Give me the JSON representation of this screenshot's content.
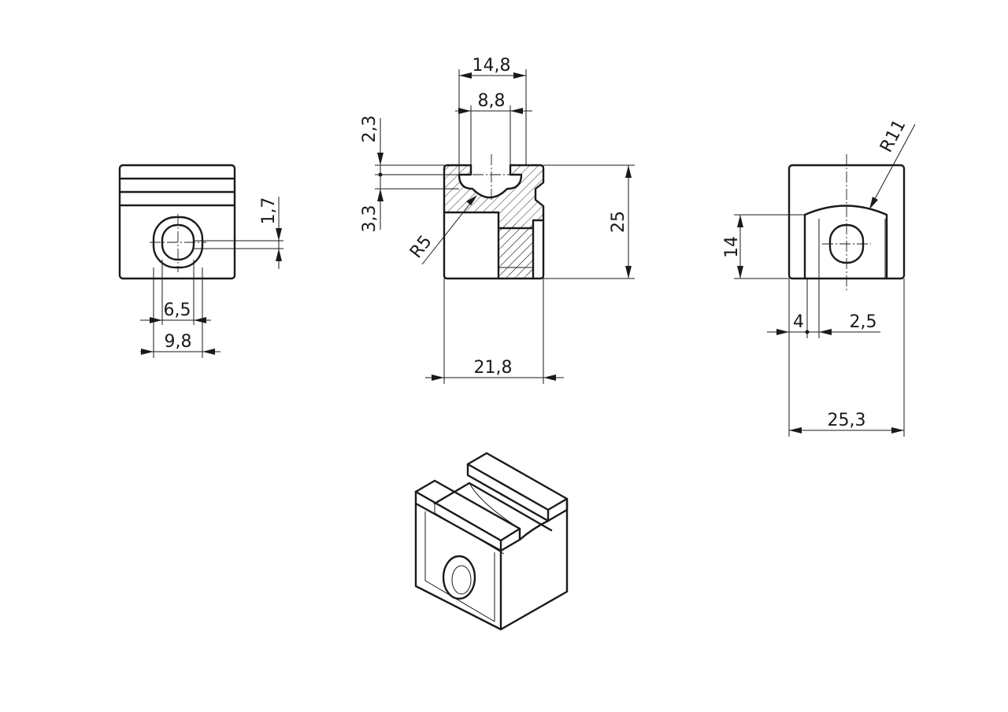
{
  "drawing": {
    "views": [
      "left-view",
      "section-view",
      "right-view",
      "isometric-view"
    ],
    "dimensions": {
      "d_1_7": "1,7",
      "d_6_5": "6,5",
      "d_9_8": "9,8",
      "d_14_8": "14,8",
      "d_8_8": "8,8",
      "d_2_3": "2,3",
      "d_3_3": "3,3",
      "d_r5": "R5",
      "d_25": "25",
      "d_21_8": "21,8",
      "d_r11": "R11",
      "d_14": "14",
      "d_4": "4",
      "d_2_5": "2,5",
      "d_25_3": "25,3"
    }
  }
}
